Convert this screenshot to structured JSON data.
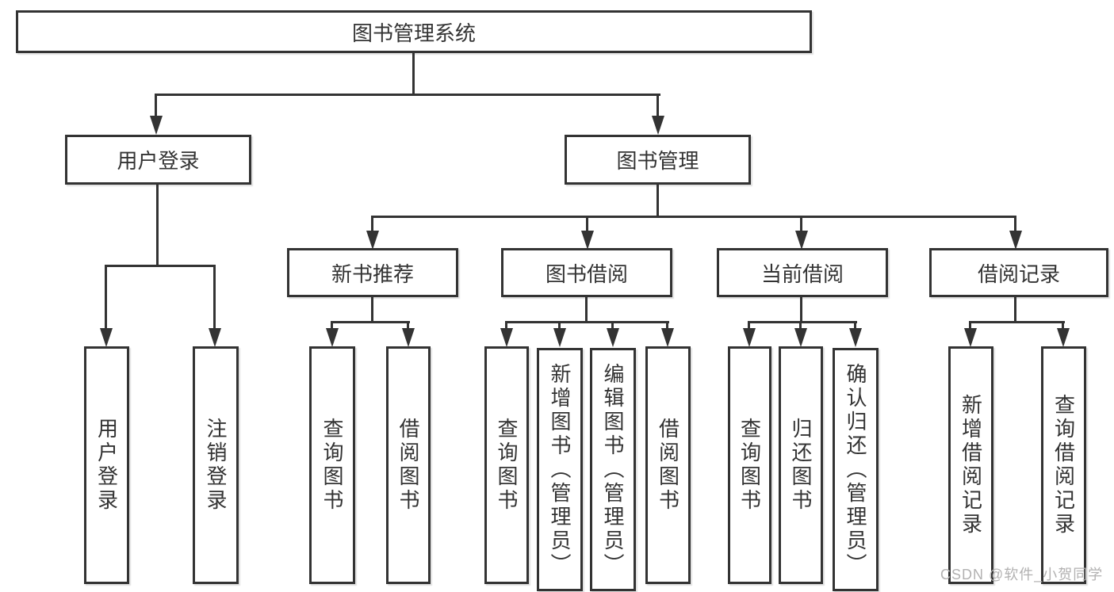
{
  "tree": {
    "label": "图书管理系统",
    "children": [
      {
        "label": "用户登录",
        "children": [
          {
            "label": "用户登录"
          },
          {
            "label": "注销登录"
          }
        ]
      },
      {
        "label": "图书管理",
        "children": [
          {
            "label": "新书推荐",
            "children": [
              {
                "label": "查询图书"
              },
              {
                "label": "借阅图书"
              }
            ]
          },
          {
            "label": "图书借阅",
            "children": [
              {
                "label": "查询图书"
              },
              {
                "label": "新增图书（管理员）"
              },
              {
                "label": "编辑图书（管理员）"
              },
              {
                "label": "借阅图书"
              }
            ]
          },
          {
            "label": "当前借阅",
            "children": [
              {
                "label": "查询图书"
              },
              {
                "label": "归还图书"
              },
              {
                "label": "确认归还（管理员）"
              }
            ]
          },
          {
            "label": "借阅记录",
            "children": [
              {
                "label": "新增借阅记录"
              },
              {
                "label": "查询借阅记录"
              }
            ]
          }
        ]
      }
    ]
  },
  "watermark": {
    "text": "CSDN @软件_小贺同学"
  },
  "colors": {
    "line": "#333333",
    "box_border": "#333333",
    "text": "#333333",
    "background": "#ffffff",
    "watermark": "#b2b1b1"
  }
}
